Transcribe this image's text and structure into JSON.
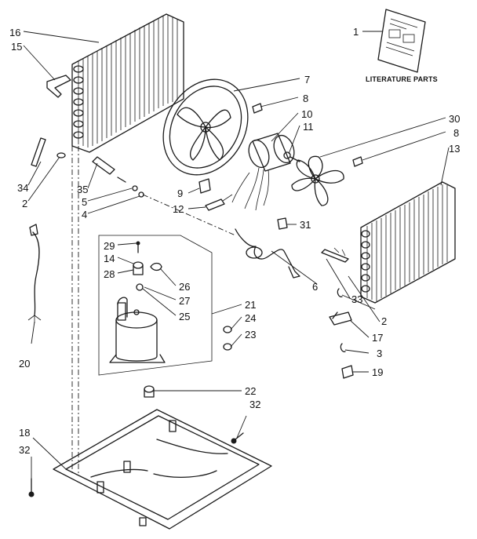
{
  "caption": "LITERATURE PARTS",
  "callouts": {
    "c1": "1",
    "c2a": "2",
    "c2b": "2",
    "c3": "3",
    "c4": "4",
    "c5": "5",
    "c6": "6",
    "c7": "7",
    "c8a": "8",
    "c8b": "8",
    "c9": "9",
    "c10": "10",
    "c11": "11",
    "c12": "12",
    "c13": "13",
    "c14": "14",
    "c15": "15",
    "c16": "16",
    "c17": "17",
    "c18": "18",
    "c19": "19",
    "c20": "20",
    "c21": "21",
    "c22": "22",
    "c23": "23",
    "c24": "24",
    "c25": "25",
    "c26": "26",
    "c27": "27",
    "c28": "28",
    "c29": "29",
    "c30": "30",
    "c31": "31",
    "c32a": "32",
    "c32b": "32",
    "c33": "33",
    "c34": "34",
    "c35": "35"
  }
}
